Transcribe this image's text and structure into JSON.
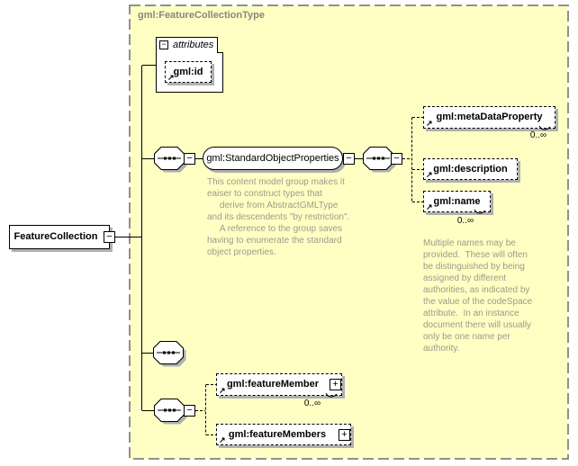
{
  "colors": {
    "container_fill": "#FFFFC4",
    "container_border": "#909090",
    "shadow": "#B0B0B0",
    "annotation_text": "#9B9B8B",
    "title_text": "#87877B"
  },
  "icons": {
    "collapse": "−",
    "expand": "+",
    "reference": "↗"
  },
  "schema": {
    "title": "gml:FeatureCollectionType",
    "root": {
      "label": "FeatureCollection"
    },
    "attributes": {
      "label": "attributes",
      "items": [
        {
          "label": "gml:id"
        }
      ]
    },
    "group": {
      "label": "gml:StandardObjectProperties",
      "annotation": "This content model group makes it\neaiser to construct types that\n     derive from AbstractGMLType\nand its descendents \"by restriction\".\n     A reference to the group saves\nhaving to enumerate the standard\nobject properties."
    },
    "group_children": [
      {
        "label": "gml:metaDataProperty",
        "occurs": "0..∞"
      },
      {
        "label": "gml:description"
      },
      {
        "label": "gml:name",
        "occurs": "0..∞",
        "annotation": "Multiple names may be\nprovided.  These will often\nbe distinguished by being\nassigned by different\nauthorities, as indicated by\nthe value of the codeSpace\nattribute.  In an instance\ndocument there will usually\nonly be one name per\nauthority."
      }
    ],
    "members": [
      {
        "label": "gml:featureMember",
        "occurs": "0..∞"
      },
      {
        "label": "gml:featureMembers"
      }
    ]
  }
}
